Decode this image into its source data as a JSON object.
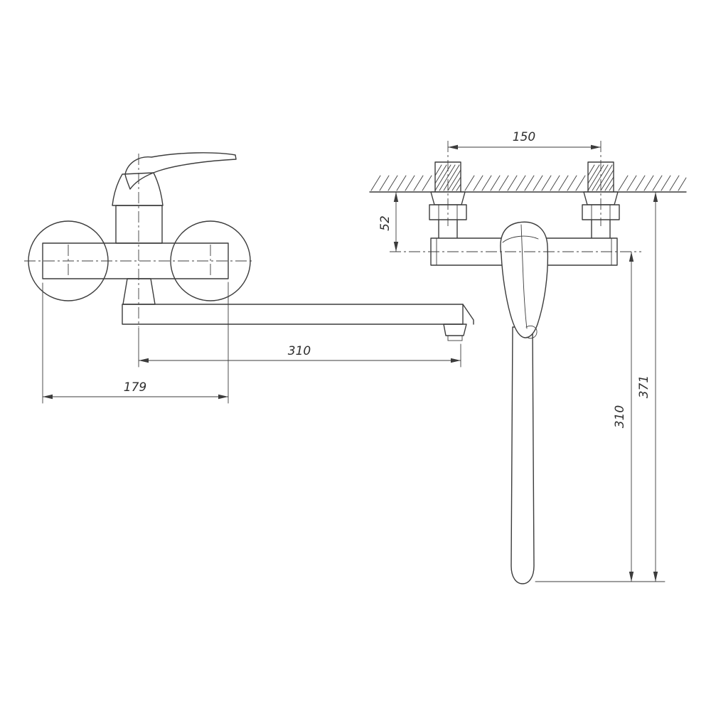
{
  "dimensions": {
    "front_spout_length": "310",
    "front_mount_width": "179",
    "side_mount_spacing": "150",
    "side_wall_to_axis": "52",
    "side_spout_drop": "310",
    "side_overall_height": "371"
  },
  "colors": {
    "line": "#3c3c3c",
    "background": "#ffffff",
    "text": "#2e2e2e"
  }
}
